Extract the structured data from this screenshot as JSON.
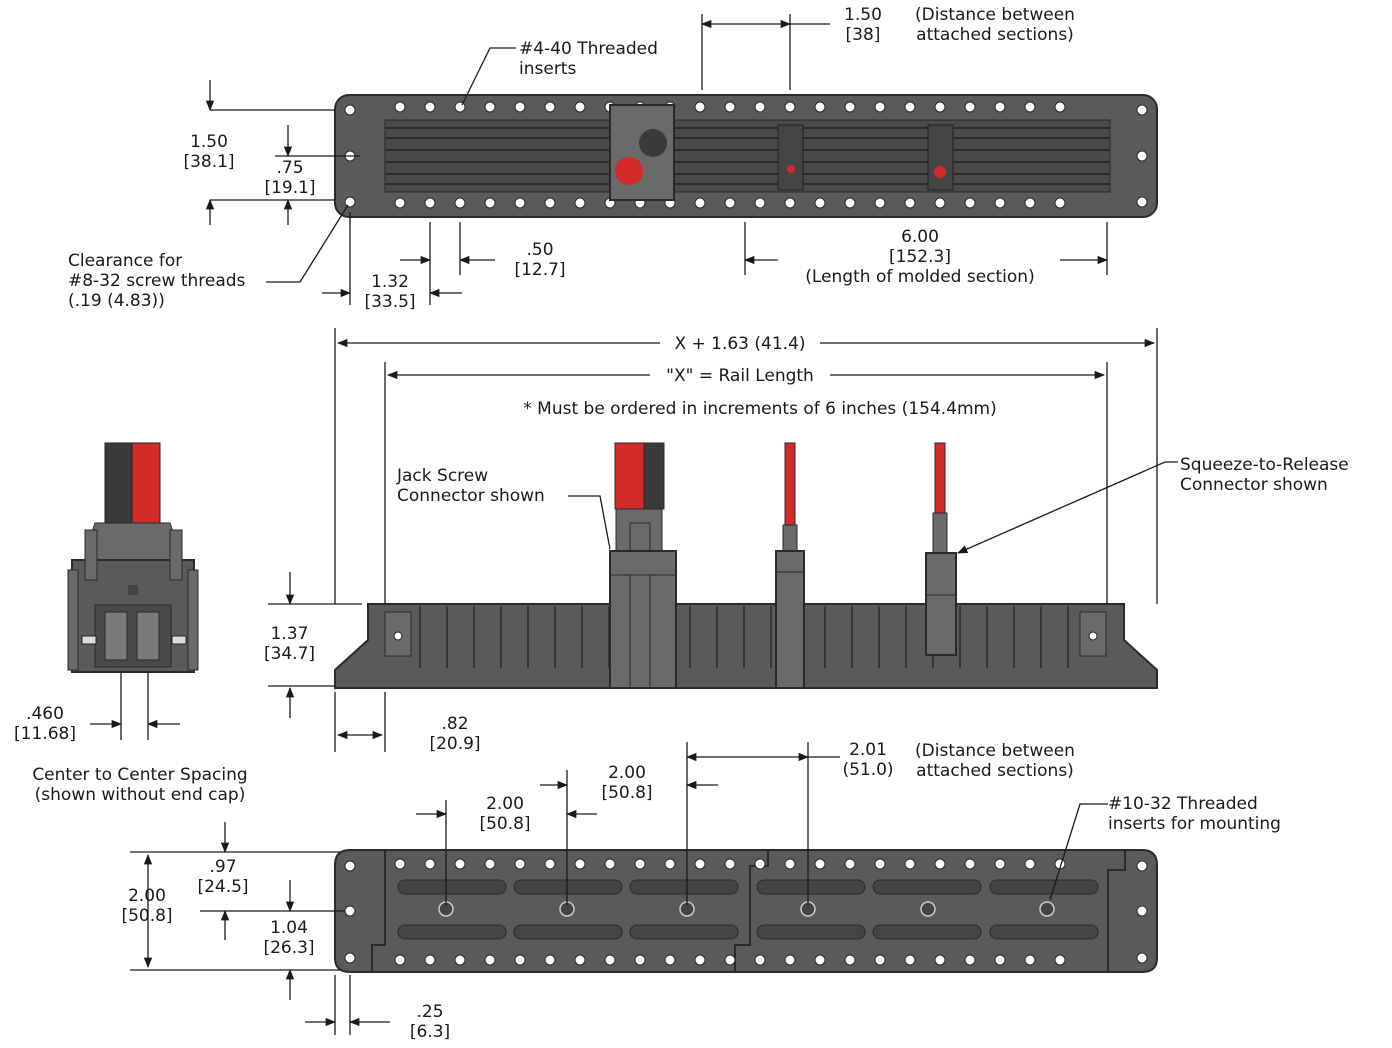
{
  "top_view": {
    "dim_spacing": {
      "value": "1.50",
      "mm": "[38]",
      "note_line1": "(Distance between",
      "note_line2": "attached sections)"
    },
    "insert_label": {
      "line1": "#4-40 Threaded",
      "line2": "inserts"
    },
    "height": {
      "value": "1.50",
      "mm": "[38.1]"
    },
    "half_height": {
      "value": ".75",
      "mm": "[19.1]"
    },
    "clearance": {
      "line1": "Clearance for",
      "line2": "#8-32 screw threads",
      "line3": "(.19 (4.83))"
    },
    "offset": {
      "value": "1.32",
      "mm": "[33.5]"
    },
    "pitch": {
      "value": ".50",
      "mm": "[12.7]"
    },
    "molded": {
      "value": "6.00",
      "mm": "[152.3]",
      "note": "(Length of molded section)"
    }
  },
  "side_view": {
    "overall": "X + 1.63 (41.4)",
    "rail_length": "\"X\" = Rail Length",
    "order_note": "* Must be ordered in increments of 6 inches (154.4mm)",
    "jack_screw": {
      "line1": "Jack Screw",
      "line2": "Connector shown"
    },
    "squeeze": {
      "line1": "Squeeze-to-Release",
      "line2": "Connector shown"
    },
    "height": {
      "value": "1.37",
      "mm": "[34.7]"
    },
    "end_offset": {
      "value": ".82",
      "mm": "[20.9]"
    }
  },
  "end_view": {
    "spacing": {
      "value": ".460",
      "mm": "[11.68]"
    },
    "caption_line1": "Center to Center Spacing",
    "caption_line2": "(shown without end cap)"
  },
  "bottom_view": {
    "spacing": {
      "value": "2.01",
      "mm": "(51.0)",
      "note_line1": "(Distance between",
      "note_line2": "attached sections)"
    },
    "pitch_a": {
      "value": "2.00",
      "mm": "[50.8]"
    },
    "pitch_b": {
      "value": "2.00",
      "mm": "[50.8]"
    },
    "mounting": {
      "line1": "#10-32 Threaded",
      "line2": "inserts for mounting"
    },
    "height": {
      "value": "2.00",
      "mm": "[50.8]"
    },
    "row": {
      "value": ".97",
      "mm": "[24.5]"
    },
    "center": {
      "value": "1.04",
      "mm": "[26.3]"
    },
    "edge": {
      "value": ".25",
      "mm": "[6.3]"
    }
  },
  "colors": {
    "body": "#5a5a5a",
    "body_dark": "#3a3a3a",
    "red": "#d42a2a",
    "line": "#1a1a1a"
  }
}
